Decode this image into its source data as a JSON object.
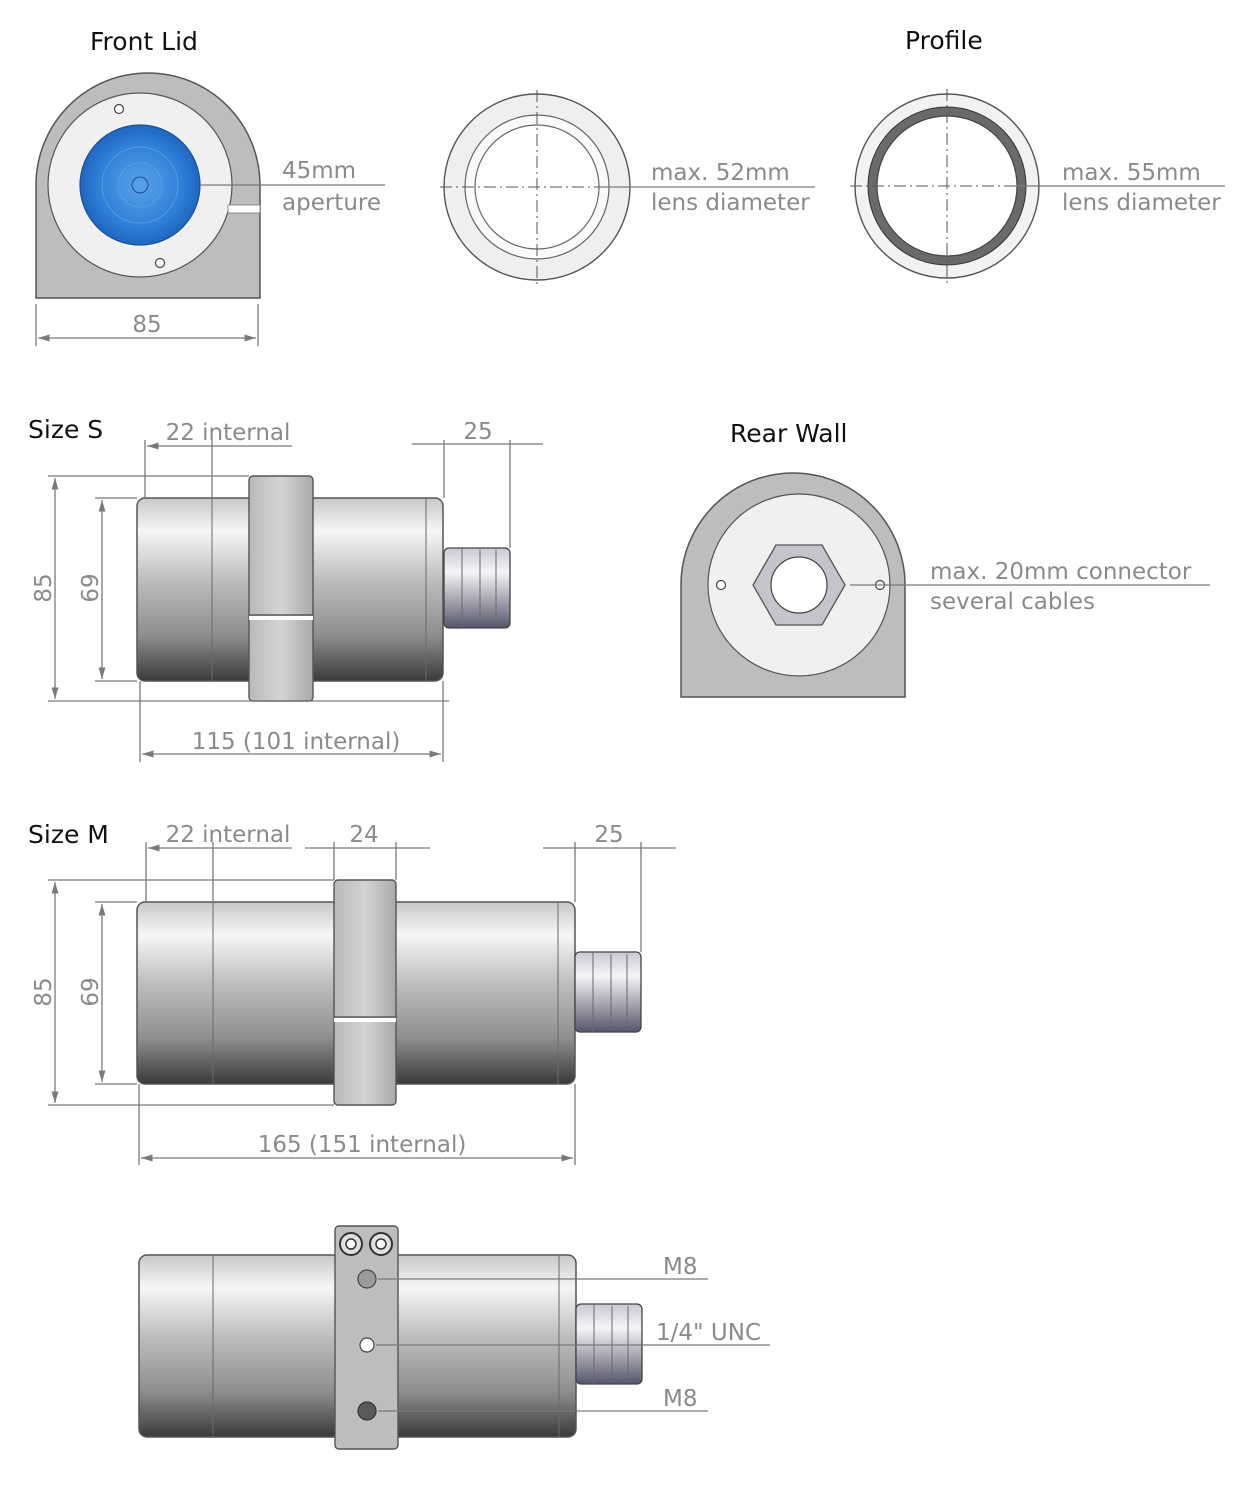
{
  "views": {
    "front_lid": {
      "title": "Front Lid",
      "aperture_value": "45mm",
      "aperture_label": "aperture",
      "width_dim": "85"
    },
    "lens_52": {
      "line1": "max. 52mm",
      "line2": "lens diameter"
    },
    "profile": {
      "title": "Profile",
      "line1": "max. 55mm",
      "line2": "lens diameter"
    },
    "size_s": {
      "title": "Size S",
      "dim_internal": "22 internal",
      "dim_connector": "25",
      "dim_height_outer": "85",
      "dim_height_inner": "69",
      "dim_length": "115 (101 internal)"
    },
    "rear_wall": {
      "title": "Rear Wall",
      "line1": "max. 20mm connector",
      "line2": "several cables"
    },
    "size_m": {
      "title": "Size M",
      "dim_internal": "22 internal",
      "dim_clamp": "24",
      "dim_connector": "25",
      "dim_height_outer": "85",
      "dim_height_inner": "69",
      "dim_length": "165 (151 internal)"
    },
    "mount": {
      "label_top": "M8",
      "label_mid": "1/4\" UNC",
      "label_bottom": "M8"
    }
  },
  "colors": {
    "aperture_blue": "#2f7fd8",
    "dimension_text": "#8a8a8a",
    "title_text": "#111111"
  }
}
